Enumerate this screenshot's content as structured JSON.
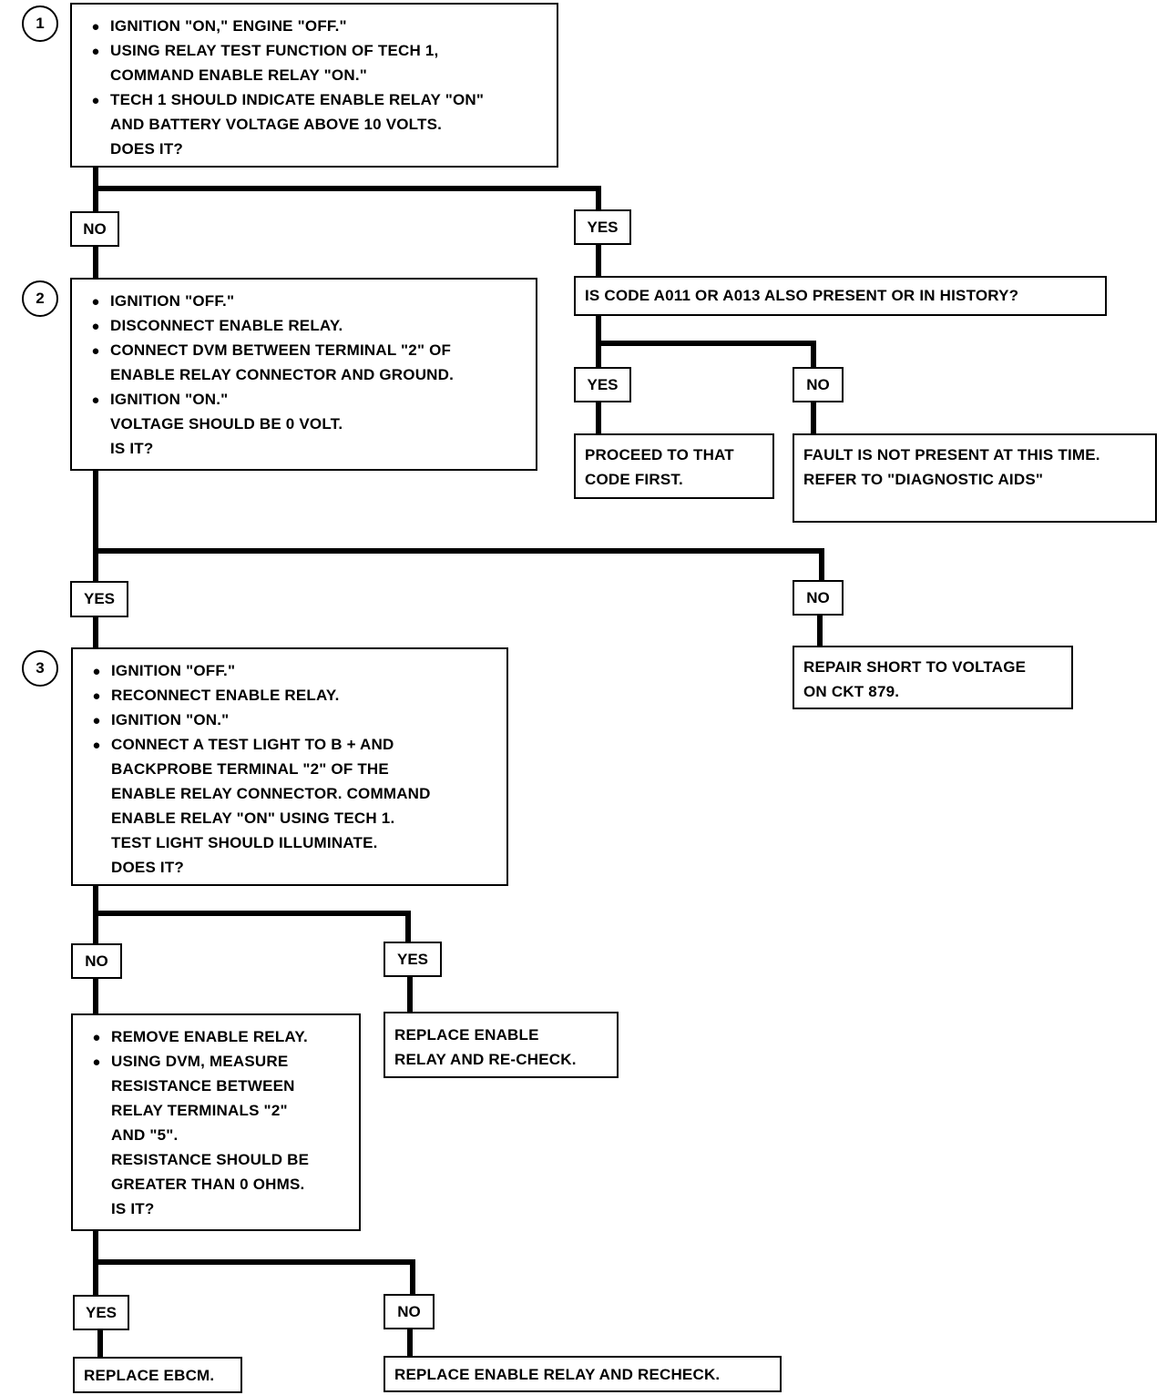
{
  "steps": {
    "s1": "1",
    "s2": "2",
    "s3": "3"
  },
  "labels": {
    "yes": "YES",
    "no": "NO"
  },
  "boxes": {
    "b1": [
      {
        "b": true,
        "t": "IGNITION \"ON,\" ENGINE \"OFF.\""
      },
      {
        "b": true,
        "t": "USING RELAY TEST FUNCTION OF TECH 1,"
      },
      {
        "b": false,
        "t": "COMMAND ENABLE RELAY \"ON.\""
      },
      {
        "b": true,
        "t": "TECH 1 SHOULD INDICATE ENABLE RELAY \"ON\""
      },
      {
        "b": false,
        "t": "AND BATTERY VOLTAGE ABOVE 10 VOLTS."
      },
      {
        "b": false,
        "t": "DOES IT?"
      }
    ],
    "b2": [
      {
        "b": true,
        "t": "IGNITION \"OFF.\""
      },
      {
        "b": true,
        "t": "DISCONNECT ENABLE RELAY."
      },
      {
        "b": true,
        "t": "CONNECT DVM BETWEEN TERMINAL \"2\" OF"
      },
      {
        "b": false,
        "t": "ENABLE RELAY CONNECTOR AND GROUND."
      },
      {
        "b": true,
        "t": "IGNITION \"ON.\""
      },
      {
        "b": false,
        "t": "VOLTAGE SHOULD BE 0 VOLT."
      },
      {
        "b": false,
        "t": "IS IT?"
      }
    ],
    "code": [
      {
        "t": "IS CODE A011 OR A013 ALSO PRESENT OR IN HISTORY?"
      }
    ],
    "proceed": [
      {
        "t": "PROCEED TO THAT"
      },
      {
        "t": "CODE FIRST."
      }
    ],
    "fault": [
      {
        "t": "FAULT IS NOT PRESENT AT THIS TIME."
      },
      {
        "t": "REFER TO \"DIAGNOSTIC AIDS\""
      }
    ],
    "repair": [
      {
        "t": "REPAIR SHORT TO VOLTAGE"
      },
      {
        "t": "ON CKT 879."
      }
    ],
    "b3": [
      {
        "b": true,
        "t": "IGNITION \"OFF.\""
      },
      {
        "b": true,
        "t": "RECONNECT ENABLE RELAY."
      },
      {
        "b": true,
        "t": "IGNITION \"ON.\""
      },
      {
        "b": true,
        "t": "CONNECT A TEST LIGHT TO B + AND"
      },
      {
        "b": false,
        "t": "BACKPROBE TERMINAL \"2\" OF THE"
      },
      {
        "b": false,
        "t": "ENABLE RELAY CONNECTOR.  COMMAND"
      },
      {
        "b": false,
        "t": "ENABLE RELAY \"ON\" USING TECH 1."
      },
      {
        "b": false,
        "t": "TEST LIGHT SHOULD ILLUMINATE."
      },
      {
        "b": false,
        "t": "DOES IT?"
      }
    ],
    "replace1": [
      {
        "t": "REPLACE ENABLE"
      },
      {
        "t": "RELAY AND RE-CHECK."
      }
    ],
    "b4": [
      {
        "b": true,
        "t": "REMOVE ENABLE RELAY."
      },
      {
        "b": true,
        "t": "USING DVM, MEASURE"
      },
      {
        "b": false,
        "t": "RESISTANCE BETWEEN"
      },
      {
        "b": false,
        "t": "RELAY TERMINALS \"2\""
      },
      {
        "b": false,
        "t": "AND \"5\"."
      },
      {
        "b": false,
        "t": "RESISTANCE SHOULD BE"
      },
      {
        "b": false,
        "t": "GREATER THAN 0 OHMS."
      },
      {
        "b": false,
        "t": "IS IT?"
      }
    ],
    "ebcm": [
      {
        "t": "REPLACE EBCM."
      }
    ],
    "replace2": [
      {
        "t": "REPLACE ENABLE RELAY AND RECHECK."
      }
    ]
  }
}
